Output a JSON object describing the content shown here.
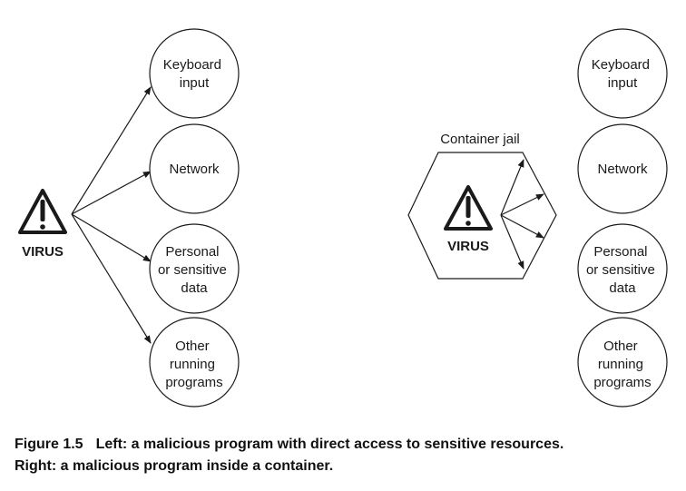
{
  "left": {
    "virus_label": "VIRUS",
    "resources": [
      {
        "lines": [
          "Keyboard",
          "input"
        ]
      },
      {
        "lines": [
          "Network"
        ]
      },
      {
        "lines": [
          "Personal",
          "or sensitive",
          "data"
        ]
      },
      {
        "lines": [
          "Other",
          "running",
          "programs"
        ]
      }
    ]
  },
  "right": {
    "container_label": "Container jail",
    "virus_label": "VIRUS",
    "resources": [
      {
        "lines": [
          "Keyboard",
          "input"
        ]
      },
      {
        "lines": [
          "Network"
        ]
      },
      {
        "lines": [
          "Personal",
          "or sensitive",
          "data"
        ]
      },
      {
        "lines": [
          "Other",
          "running",
          "programs"
        ]
      }
    ]
  },
  "caption": {
    "figure_number": "Figure 1.5",
    "line1": "Left: a malicious program with direct access to sensitive resources.",
    "line2": "Right: a malicious program inside a container."
  },
  "colors": {
    "stroke": "#1a1a1a",
    "background": "#ffffff"
  },
  "icons": {
    "warning": "warning-triangle-icon"
  }
}
